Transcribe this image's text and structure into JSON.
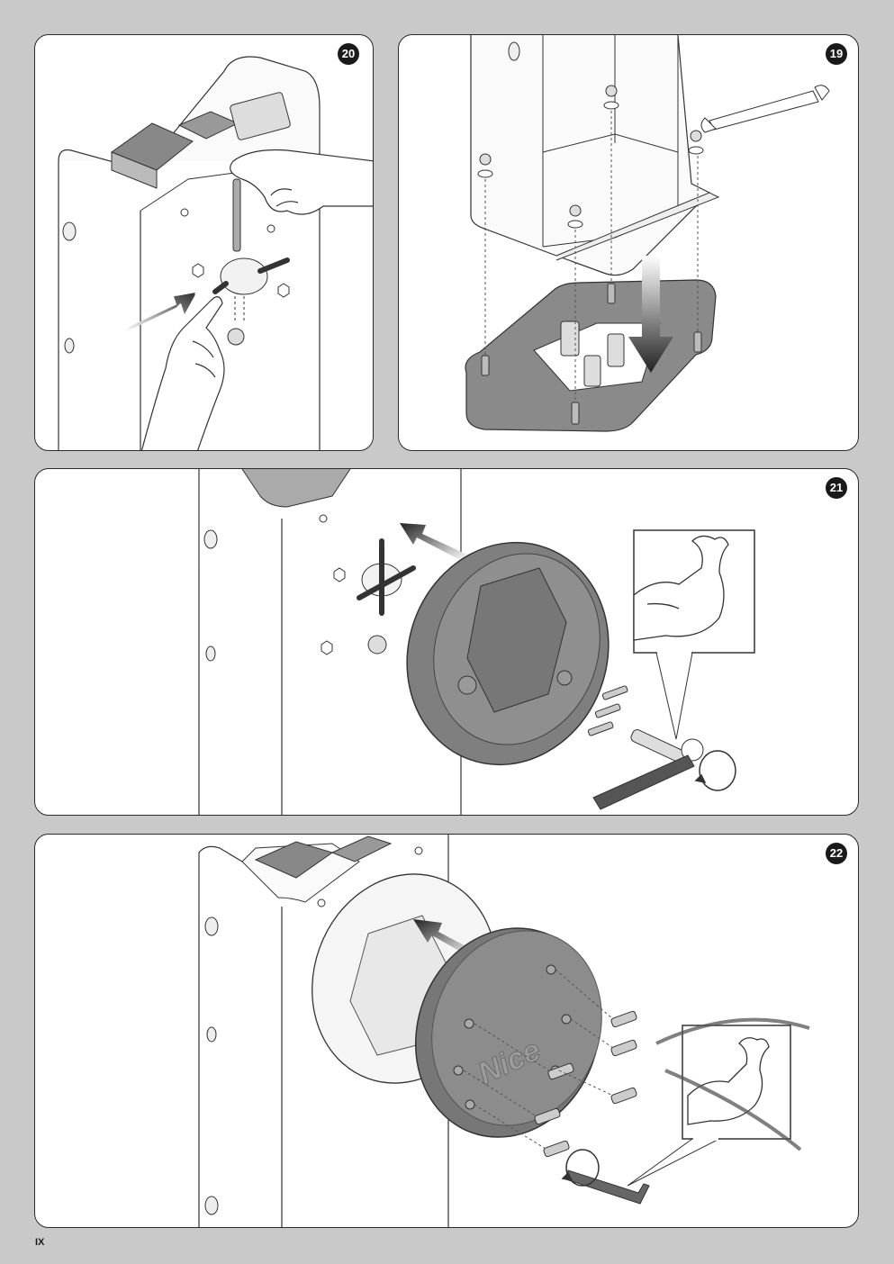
{
  "panels": {
    "p20": {
      "step": "20"
    },
    "p19": {
      "step": "19"
    },
    "p21": {
      "step": "21"
    },
    "p22": {
      "step": "22",
      "logo": "Nice"
    }
  },
  "footer": {
    "page_number": "IX"
  }
}
